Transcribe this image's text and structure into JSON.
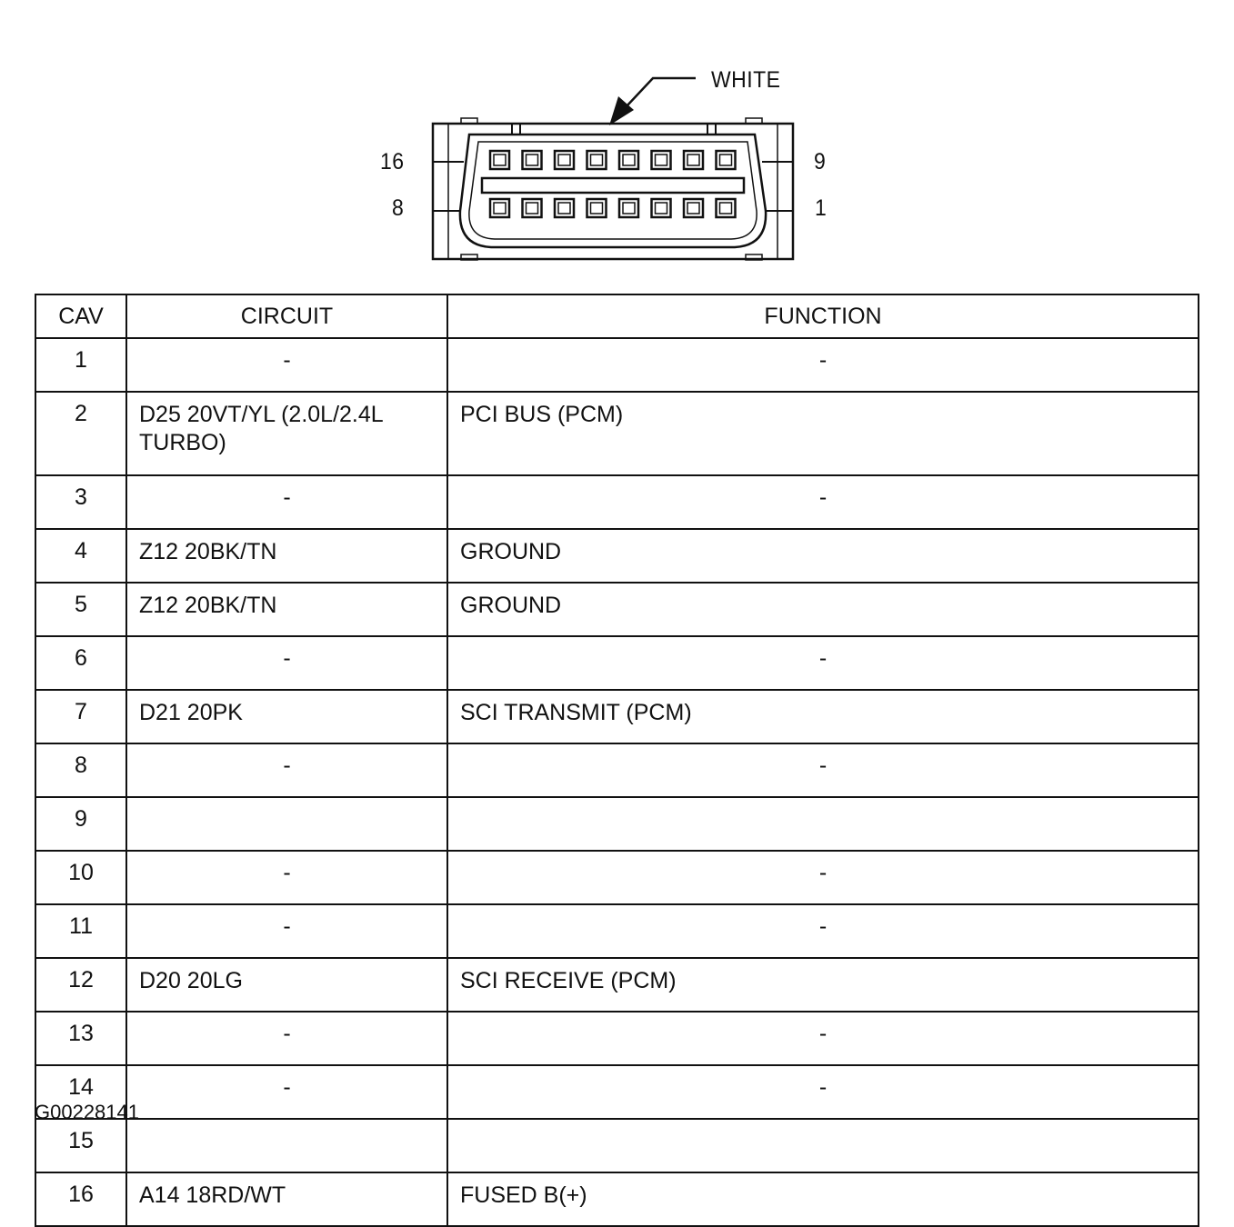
{
  "connector": {
    "callout_label": "WHITE",
    "pin_labels": {
      "top_left": "16",
      "bottom_left": "8",
      "top_right": "9",
      "bottom_right": "1"
    }
  },
  "table": {
    "headers": {
      "cav": "CAV",
      "circuit": "CIRCUIT",
      "function": "FUNCTION"
    },
    "rows": [
      {
        "cav": "1",
        "circuit": "-",
        "function": "-"
      },
      {
        "cav": "2",
        "circuit": "D25 20VT/YL (2.0L/2.4L TURBO)",
        "function": "PCI BUS (PCM)"
      },
      {
        "cav": "3",
        "circuit": "-",
        "function": "-"
      },
      {
        "cav": "4",
        "circuit": "Z12 20BK/TN",
        "function": "GROUND"
      },
      {
        "cav": "5",
        "circuit": "Z12 20BK/TN",
        "function": "GROUND"
      },
      {
        "cav": "6",
        "circuit": "-",
        "function": "-"
      },
      {
        "cav": "7",
        "circuit": "D21 20PK",
        "function": "SCI TRANSMIT (PCM)"
      },
      {
        "cav": "8",
        "circuit": "-",
        "function": "-"
      },
      {
        "cav": "9",
        "circuit": "",
        "function": ""
      },
      {
        "cav": "10",
        "circuit": "-",
        "function": "-"
      },
      {
        "cav": "11",
        "circuit": "-",
        "function": "-"
      },
      {
        "cav": "12",
        "circuit": "D20 20LG",
        "function": "SCI RECEIVE (PCM)"
      },
      {
        "cav": "13",
        "circuit": "-",
        "function": "-"
      },
      {
        "cav": "14",
        "circuit": "-",
        "function": "-"
      },
      {
        "cav": "15",
        "circuit": "",
        "function": ""
      },
      {
        "cav": "16",
        "circuit": "A14 18RD/WT",
        "function": "FUSED B(+)"
      }
    ]
  },
  "figure_code": "G00228141"
}
